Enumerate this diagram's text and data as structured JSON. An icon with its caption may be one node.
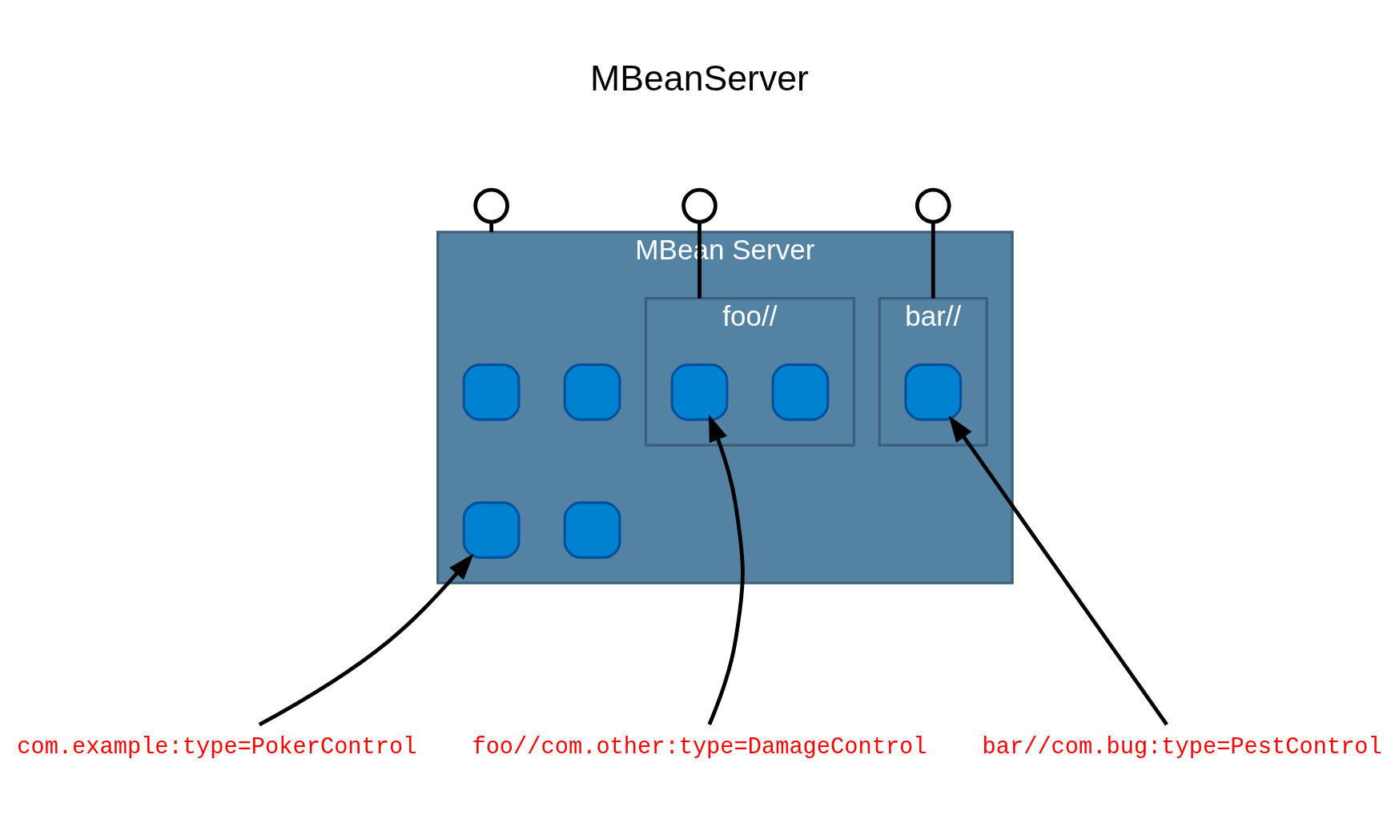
{
  "diagram": {
    "nodes": [
      {
        "text": [],
        "shape": "circle"
      },
      {
        "text": [],
        "shape": "circle"
      },
      {
        "text": [],
        "shape": "circle"
      },
      {
        "text": [
          "MBean Server"
        ]
      },
      {
        "text": [],
        "shape": "box",
        "in": 3
      },
      {
        "text": [],
        "shape": "box",
        "in": 3
      },
      {
        "text": [],
        "shape": "box",
        "in": 3
      },
      {
        "text": [],
        "shape": "box",
        "in": 3
      },
      {
        "text": [
          "foo//"
        ],
        "in": 3
      },
      {
        "text": [],
        "shape": "box",
        "in": 8
      },
      {
        "text": [],
        "shape": "box",
        "in": 8
      },
      {
        "text": [
          "bar//"
        ],
        "in": 3
      },
      {
        "text": [],
        "shape": "box",
        "in": 11
      },
      {
        "text": [
          "com.example:type=PokerControl"
        ]
      },
      {
        "text": [
          "foo//com.other:type=DamageControl"
        ]
      },
      {
        "text": [
          "bar//com.bug:type=PestControl"
        ]
      }
    ],
    "edges": [
      {
        "from": 0,
        "to": 3,
        "arrow": "none"
      },
      {
        "from": 1,
        "to": 8,
        "arrow": "none"
      },
      {
        "from": 2,
        "to": 11,
        "arrow": "none"
      },
      {
        "from": 13,
        "to": 6,
        "arrow": "to"
      },
      {
        "from": 14,
        "to": 9,
        "arrow": "to"
      },
      {
        "from": 15,
        "to": 12,
        "arrow": "to"
      }
    ],
    "labels": [
      "MBeanServer"
    ]
  }
}
